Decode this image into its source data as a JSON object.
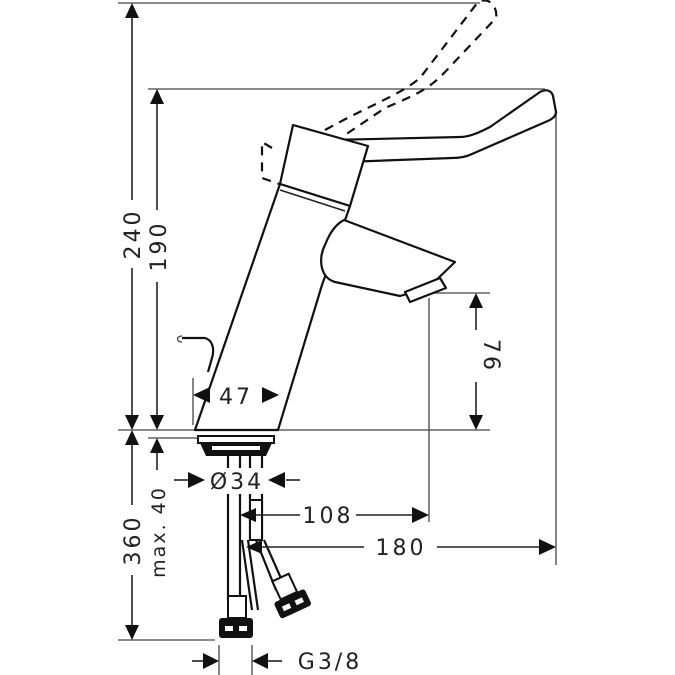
{
  "drawing": {
    "subject": "Single lever basin mixer, side view with dimensions",
    "units": "mm"
  },
  "dimensions": {
    "total_height": "240",
    "spout_height_top": "190",
    "outlet_height": "76",
    "base_width": "47",
    "hole_diameter": "Ø34",
    "spout_projection": "108",
    "lever_projection": "180",
    "supply_length": "360",
    "max_deck_thickness": "max. 40",
    "connection_thread": "G3/8"
  }
}
